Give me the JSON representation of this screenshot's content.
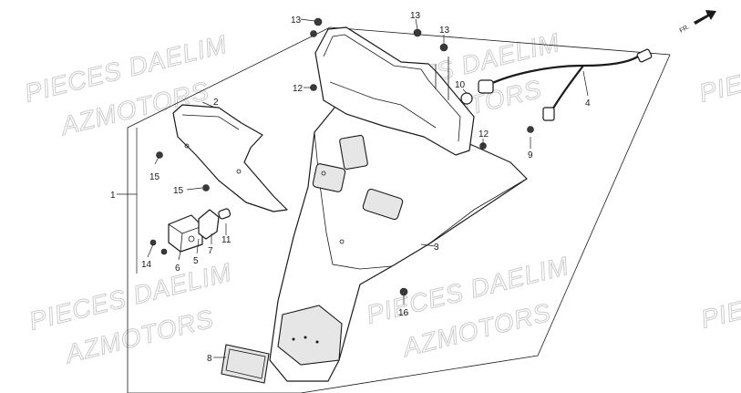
{
  "watermark": {
    "line1": "PIECES DAELIM",
    "line2": "AZMOTORS",
    "edge": "PIE"
  },
  "direction": {
    "label": "FR."
  },
  "callouts": {
    "c1": "1",
    "c2": "2",
    "c3": "3",
    "c4": "4",
    "c5": "5",
    "c6": "6",
    "c7": "7",
    "c8": "8",
    "c9": "9",
    "c10": "10",
    "c11": "11",
    "c12a": "12",
    "c12b": "12",
    "c13a": "13",
    "c13b": "13",
    "c13c": "13",
    "c14": "14",
    "c15a": "15",
    "c15b": "15",
    "c16": "16"
  },
  "colors": {
    "ink": "#1a1a1a",
    "watermark": "#c8c8c8",
    "background": "#ffffff"
  }
}
